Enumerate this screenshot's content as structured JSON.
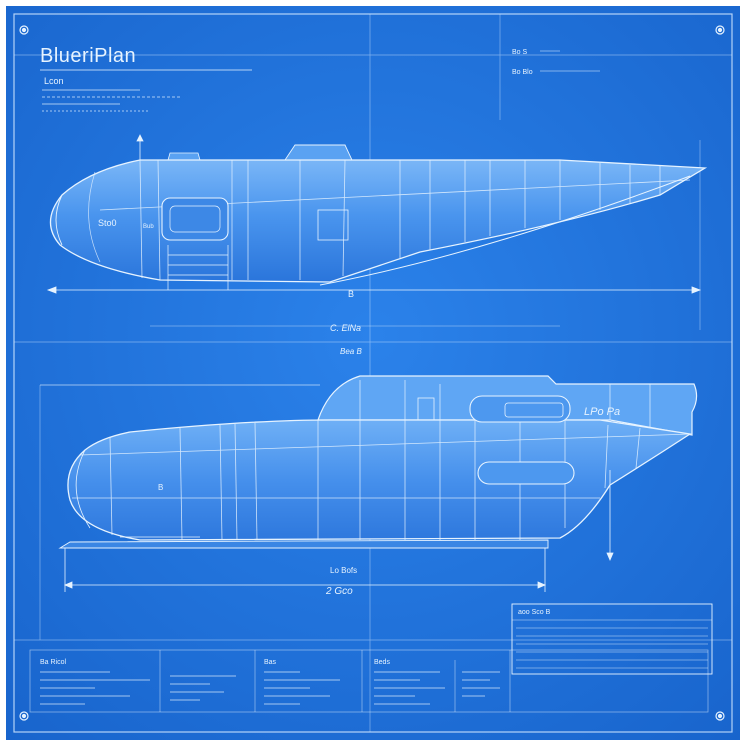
{
  "sheet": {
    "title": "BlueriPlan",
    "subtitle": "Lcon",
    "header_right_1": "Bo S",
    "header_right_2": "Bo Blo",
    "colors": {
      "background": "#1f6fd6",
      "line": "#e6f3ff",
      "hull": "#4a95ee",
      "hull_dark": "#2f7fe3"
    }
  },
  "top_view": {
    "hull_label": "Sto0",
    "side_label": "Bub",
    "dimension_label": "B",
    "caption_1": "C. ElNa",
    "caption_2": "Bea B"
  },
  "bottom_view": {
    "window_label": "LPo Pa",
    "cockpit_label": "B",
    "caption_1": "Lo Bofs",
    "caption_2": "2 Gco"
  },
  "title_block": {
    "header": "aoo Sco B"
  },
  "footer": {
    "col1_header": "Ba Ricol",
    "col2_header": "Bas",
    "col3_header": "Beds"
  },
  "icons": [
    "corner-screw-icon"
  ]
}
